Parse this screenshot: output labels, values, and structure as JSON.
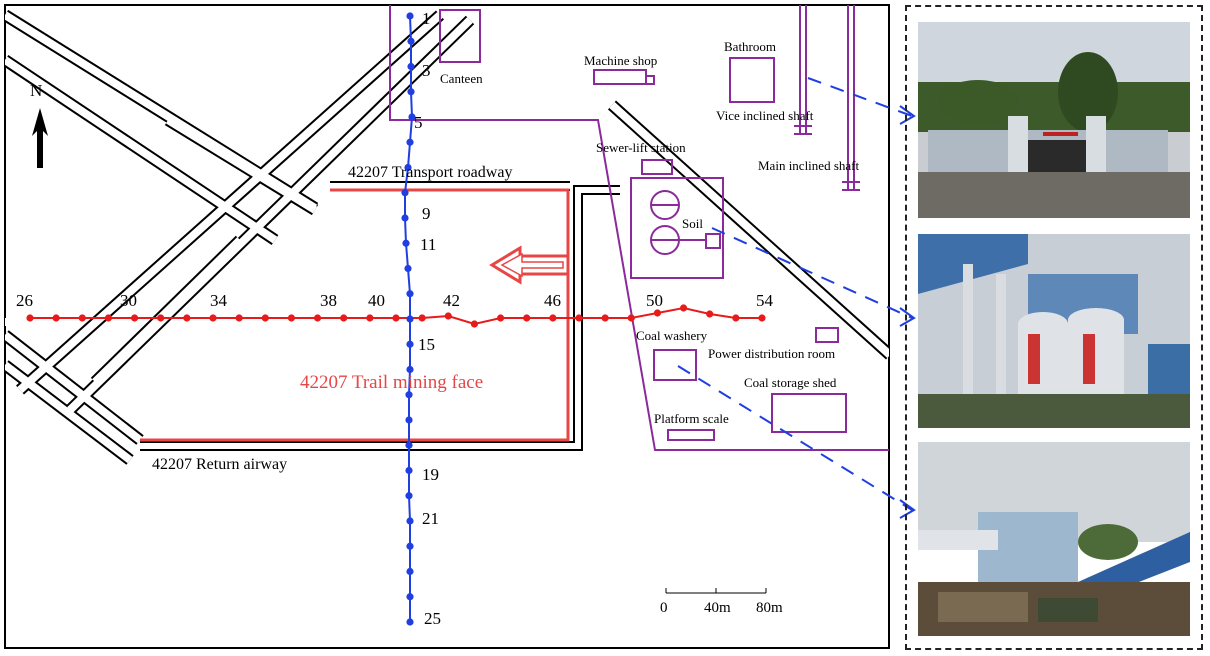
{
  "north_label": "N",
  "roads": {
    "transport": "42207 Transport roadway",
    "return": "42207 Return airway"
  },
  "mining_face": "42207 Trail mining face",
  "buildings": {
    "canteen": "Canteen",
    "machine_shop": "Machine shop",
    "bathroom": "Bathroom",
    "vice_shaft": "Vice inclined shaft",
    "main_shaft": "Main inclined shaft",
    "sewer": "Sewer-lift station",
    "soil": "Soil",
    "coal_washery": "Coal washery",
    "power_room": "Power distribution room",
    "coal_shed": "Coal storage shed",
    "platform_scale": "Platform scale"
  },
  "survey": {
    "vertical_labels": [
      "1",
      "3",
      "5",
      "9",
      "11",
      "15",
      "19",
      "21",
      "25"
    ],
    "horizontal_labels": [
      "26",
      "30",
      "34",
      "38",
      "40",
      "42",
      "46",
      "50",
      "54"
    ]
  },
  "scale_bar": {
    "labels": [
      "0",
      "40m",
      "80m"
    ]
  },
  "colors": {
    "survey_vertical": "#1f3fe0",
    "survey_horizontal": "#e81b1b",
    "buildings": "#8b2a9b",
    "mining_face": "#e84545",
    "roads": "#000000"
  }
}
